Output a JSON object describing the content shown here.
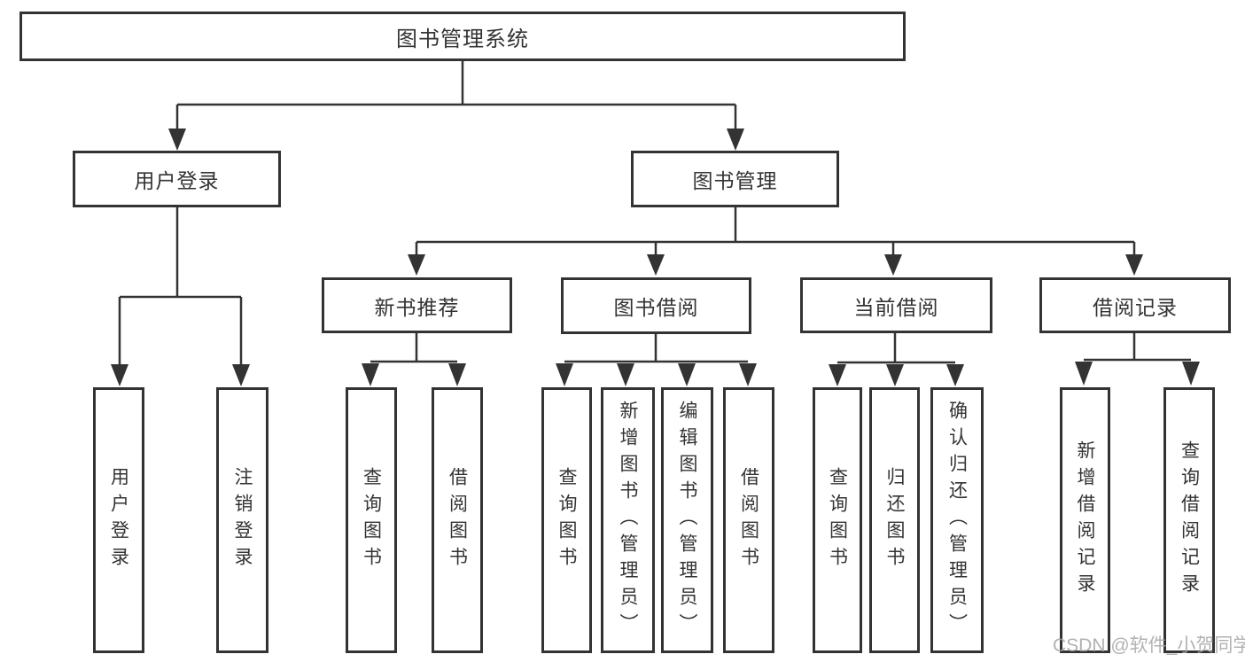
{
  "nodes": {
    "root": "图书管理系统",
    "user_login": "用户登录",
    "book_management": "图书管理",
    "new_book_recommend": "新书推荐",
    "book_borrowing": "图书借阅",
    "current_borrowing": "当前借阅",
    "borrowing_records": "借阅记录",
    "leaf_user_login": "用户登录",
    "leaf_logout": "注销登录",
    "leaf_nb_query_books": "查询图书",
    "leaf_nb_borrow_books": "借阅图书",
    "leaf_bb_query_books": "查询图书",
    "leaf_bb_add_books": "新增图书（管理员）",
    "leaf_bb_edit_books": "编辑图书（管理员）",
    "leaf_bb_borrow_books": "借阅图书",
    "leaf_cb_query_books": "查询图书",
    "leaf_cb_return_books": "归还图书",
    "leaf_cb_confirm_return": "确认归还（管理员）",
    "leaf_br_add_record": "新增借阅记录",
    "leaf_br_query_record": "查询借阅记录"
  },
  "watermark": "CSDN @软件_小贺同学",
  "colors": {
    "line": "#333333",
    "text": "#333333",
    "background": "#ffffff",
    "watermark": "#a5a5a5"
  }
}
